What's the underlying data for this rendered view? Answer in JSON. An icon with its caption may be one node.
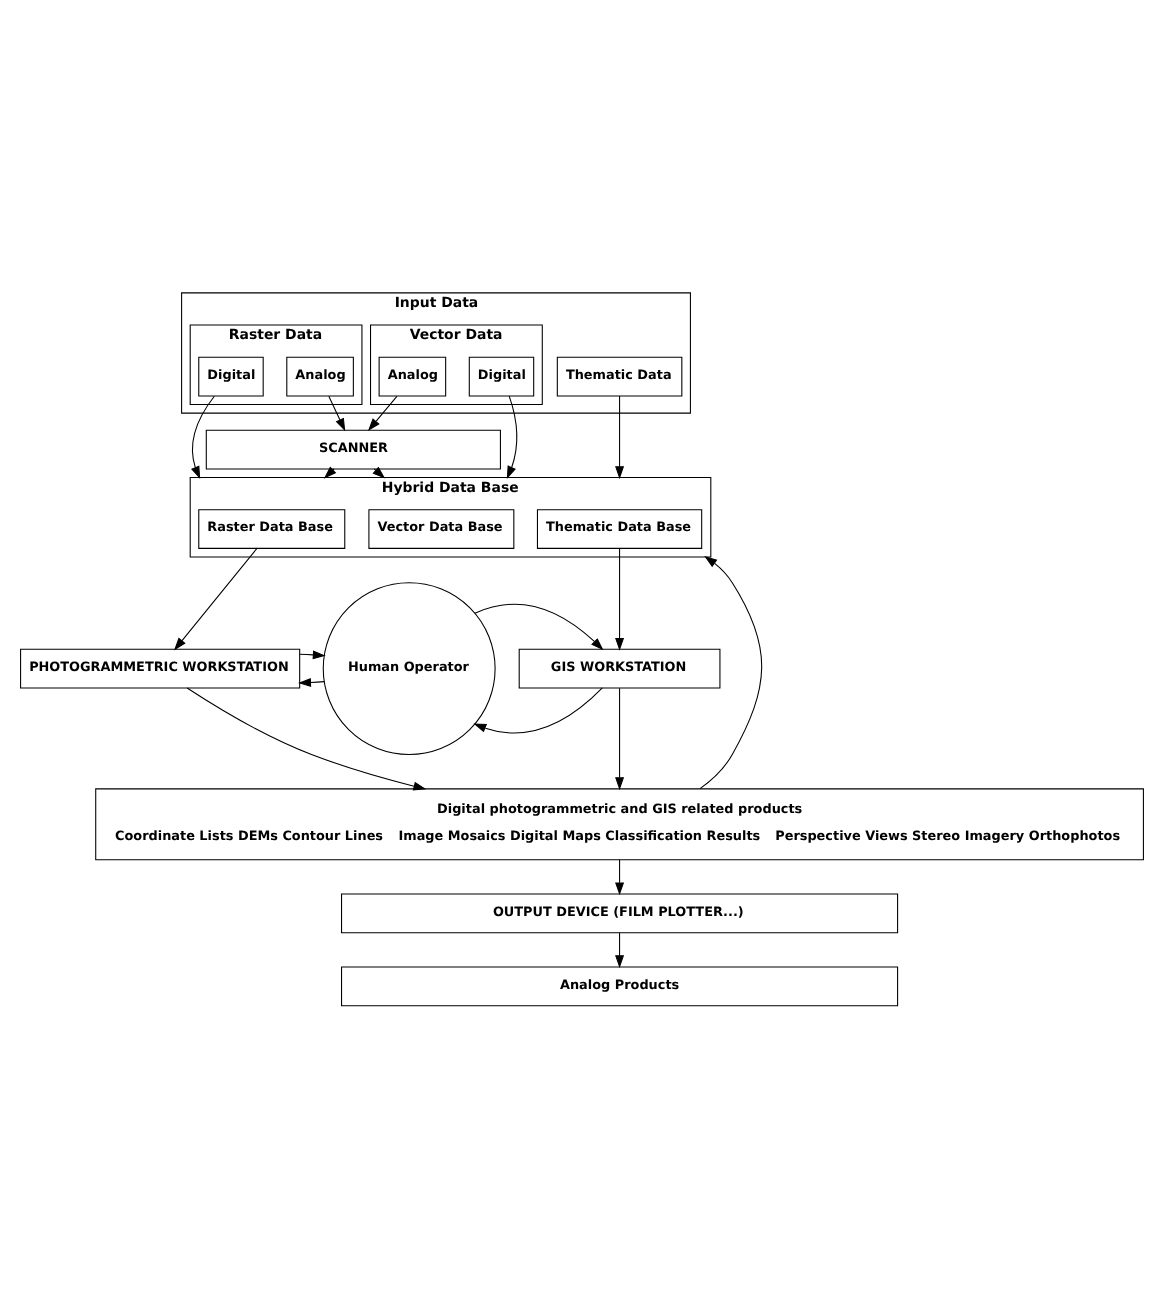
{
  "diagram": {
    "nodes": [
      {
        "text": [
          "Input Data"
        ]
      },
      {
        "text": [
          "Raster Data"
        ],
        "in": 0
      },
      {
        "text": [
          "Digital"
        ],
        "in": 1
      },
      {
        "text": [
          "Analog"
        ],
        "in": 1
      },
      {
        "text": [
          "Vector Data"
        ],
        "in": 0
      },
      {
        "text": [
          "Analog"
        ],
        "in": 4
      },
      {
        "text": [
          "Digital"
        ],
        "in": 4
      },
      {
        "text": [
          "Thematic Data"
        ],
        "in": 0
      },
      {
        "text": [
          "SCANNER"
        ]
      },
      {
        "text": [
          "Hybrid Data Base"
        ]
      },
      {
        "text": [
          "Raster Data Base"
        ],
        "in": 9
      },
      {
        "text": [
          "Vector Data Base"
        ],
        "in": 9
      },
      {
        "text": [
          "Thematic Data Base"
        ],
        "in": 9
      },
      {
        "text": [
          "PHOTOGRAMMETRIC WORKSTATION"
        ]
      },
      {
        "text": [
          "Human Operator"
        ]
      },
      {
        "text": [
          "GIS WORKSTATION"
        ]
      },
      {
        "text": [
          "Digital photogrammetric and GIS related products",
          "Coordinate Lists DEMs Contour Lines",
          "Image Mosaics Digital Maps Classification Results",
          "Perspective Views Stereo Imagery Orthophotos"
        ]
      },
      {
        "text": [
          "OUTPUT DEVICE (FILM PLOTTER...)"
        ]
      },
      {
        "text": [
          "Analog Products"
        ]
      }
    ],
    "edges": [
      {
        "from": 2,
        "to": 9,
        "arrow": "to"
      },
      {
        "from": 3,
        "to": 8,
        "arrow": "to"
      },
      {
        "from": 5,
        "to": 8,
        "arrow": "to"
      },
      {
        "from": 6,
        "to": 9,
        "arrow": "to"
      },
      {
        "from": 7,
        "to": 9,
        "arrow": "to"
      },
      {
        "from": 8,
        "to": 9,
        "arrow": "to"
      },
      {
        "from": 8,
        "to": 9,
        "arrow": "to"
      },
      {
        "from": 10,
        "to": 13,
        "arrow": "to"
      },
      {
        "from": 12,
        "to": 15,
        "arrow": "to"
      },
      {
        "from": 14,
        "to": 13,
        "arrow": "to"
      },
      {
        "from": 13,
        "to": 14,
        "arrow": "to"
      },
      {
        "from": 15,
        "to": 14,
        "arrow": "to"
      },
      {
        "from": 14,
        "to": 15,
        "arrow": "to"
      },
      {
        "from": 13,
        "to": 16,
        "arrow": "to"
      },
      {
        "from": 15,
        "to": 16,
        "arrow": "to"
      },
      {
        "from": 16,
        "to": 9,
        "arrow": "to"
      },
      {
        "from": 16,
        "to": 17,
        "arrow": "to"
      },
      {
        "from": 17,
        "to": 18,
        "arrow": "to"
      }
    ]
  }
}
